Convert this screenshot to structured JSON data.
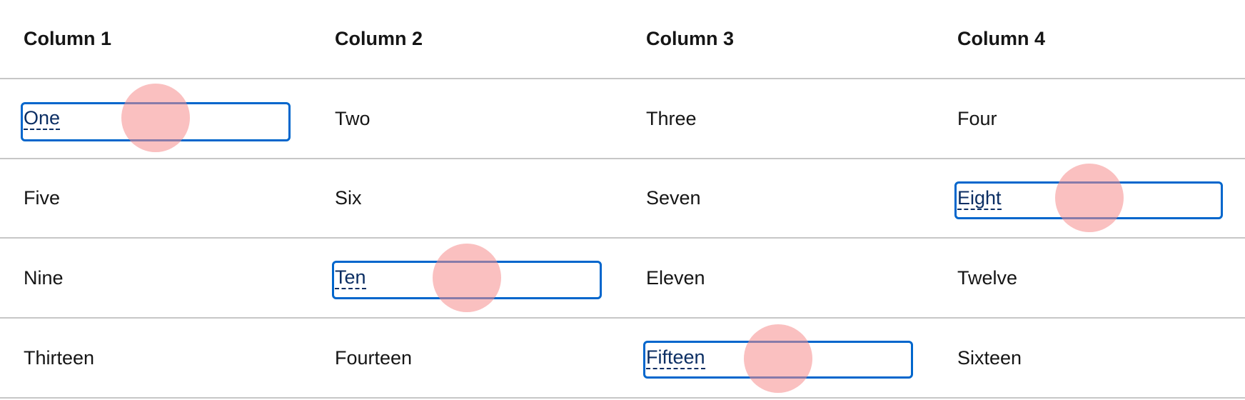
{
  "table": {
    "headers": [
      "Column 1",
      "Column 2",
      "Column 3",
      "Column 4"
    ],
    "rows": [
      [
        "One",
        "Two",
        "Three",
        "Four"
      ],
      [
        "Five",
        "Six",
        "Seven",
        "Eight"
      ],
      [
        "Nine",
        "Ten",
        "Eleven",
        "Twelve"
      ],
      [
        "Thirteen",
        "Fourteen",
        "Fifteen",
        "Sixteen"
      ]
    ],
    "focused_cells": [
      "One",
      "Eight",
      "Ten",
      "Fifteen"
    ]
  },
  "colors": {
    "focus_outline": "#0066cc",
    "link_text": "#0b2e63",
    "click_marker": "#f68c8c",
    "divider": "#c7c7c7"
  }
}
